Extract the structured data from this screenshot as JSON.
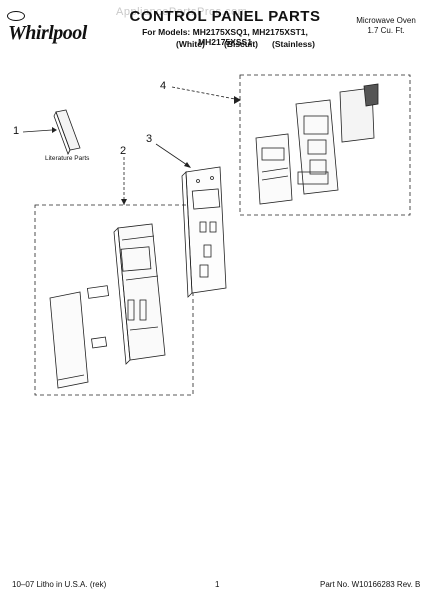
{
  "header": {
    "brand": "Whirlpool",
    "title": "CONTROL PANEL PARTS",
    "models": "For Models: MH2175XSQ1, MH2175XST1, MH2175XSS1",
    "variants": [
      "(White)",
      "(Biscuit)",
      "(Stainless)"
    ],
    "watermark": "AppliancePartsPros.com",
    "product_line1": "Microwave Oven",
    "product_line2": "1.7 Cu. Ft."
  },
  "callouts": {
    "c1": "1",
    "c2": "2",
    "c3": "3",
    "c4": "4",
    "literature_label": "Literature Parts"
  },
  "footer": {
    "left": "10–07 Litho in U.S.A. (rek)",
    "page": "1",
    "part_no": "Part No. W10166283 Rev. B"
  }
}
